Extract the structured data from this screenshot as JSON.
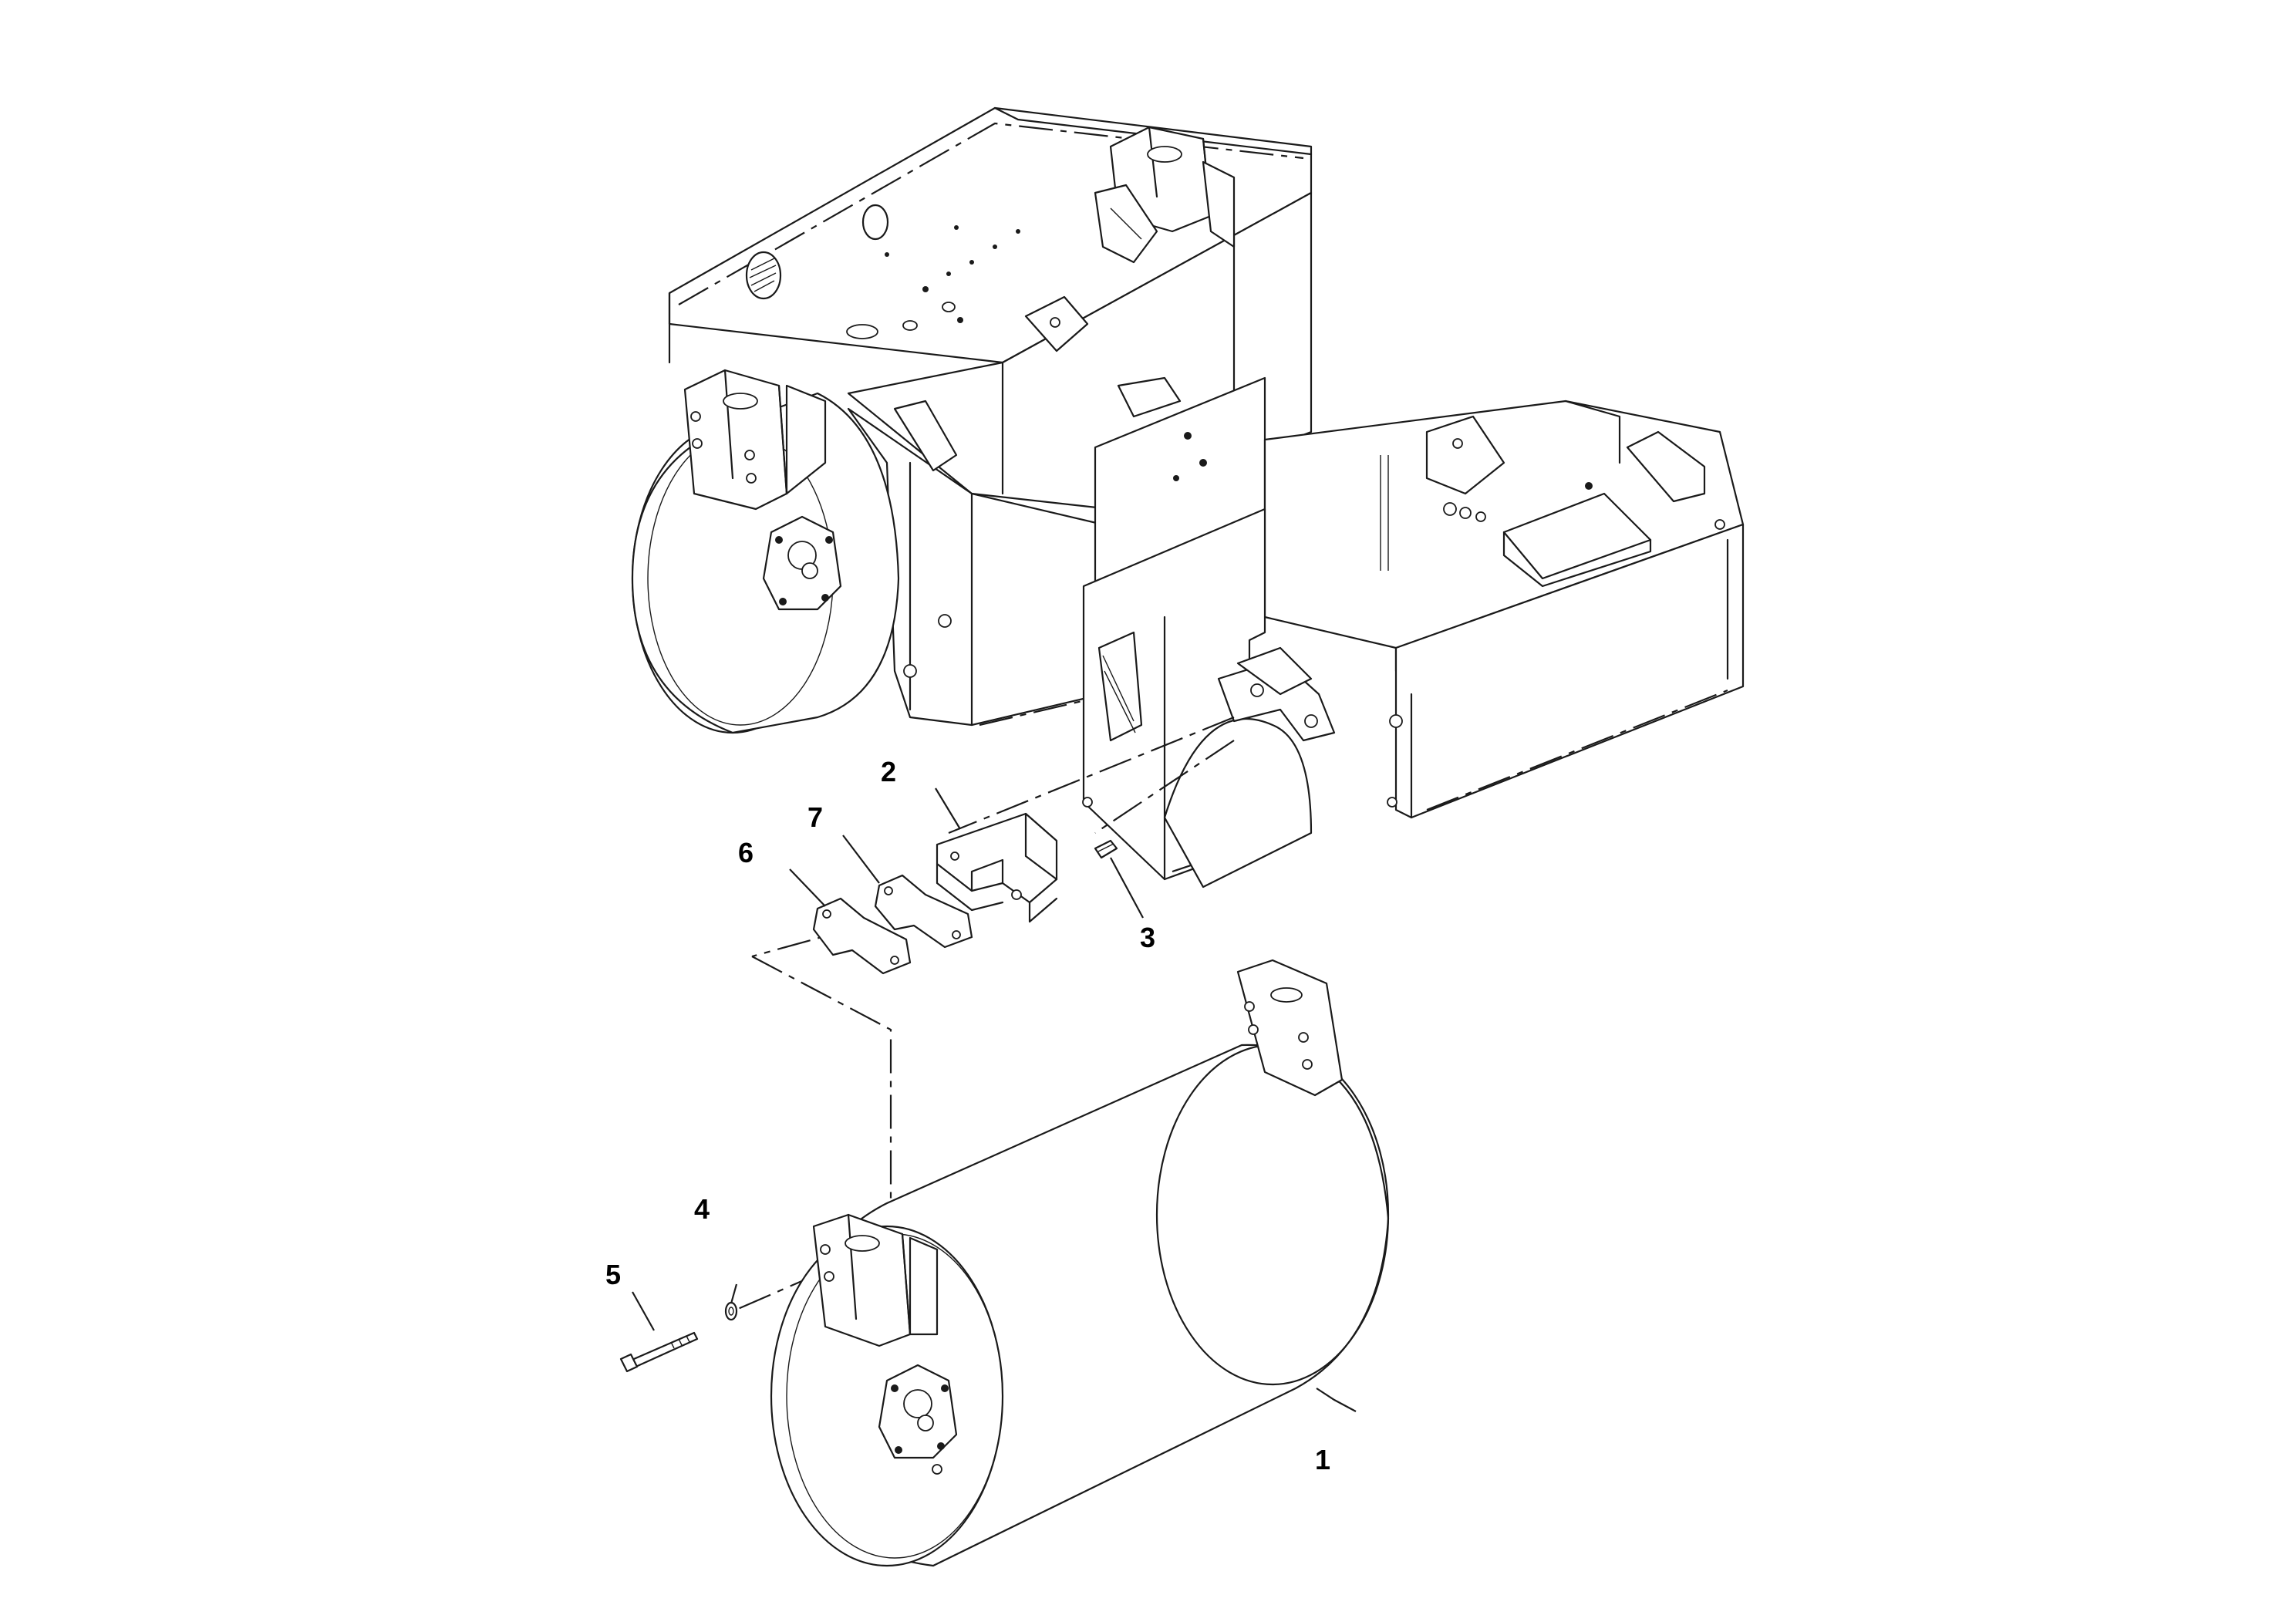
{
  "callouts": [
    {
      "id": "1",
      "text": "1"
    },
    {
      "id": "2",
      "text": "2"
    },
    {
      "id": "3",
      "text": "3"
    },
    {
      "id": "4",
      "text": "4"
    },
    {
      "id": "5",
      "text": "5"
    },
    {
      "id": "6",
      "text": "6"
    },
    {
      "id": "7",
      "text": "7"
    }
  ]
}
